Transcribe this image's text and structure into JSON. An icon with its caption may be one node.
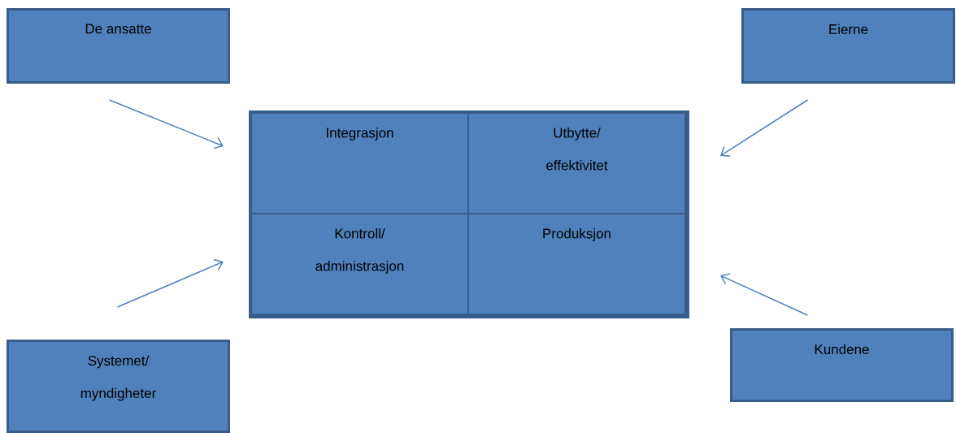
{
  "diagram": {
    "nodes": [
      {
        "text": [
          "De ansatte"
        ]
      },
      {
        "text": [
          "Eierne"
        ]
      },
      {
        "text": [],
        "shape": "box"
      },
      {
        "text": [
          "Integrasjon"
        ],
        "in": 2
      },
      {
        "text": [
          "Utbytte/ effektivitet"
        ],
        "in": 2
      },
      {
        "text": [
          "Kontroll/ administrasjon"
        ],
        "in": 2
      },
      {
        "text": [
          "Produksjon"
        ],
        "in": 2
      },
      {
        "text": [
          "Systemet/ myndigheter"
        ]
      },
      {
        "text": [
          "Kundene"
        ]
      }
    ],
    "edges": [
      {
        "from": 0,
        "to": 2,
        "arrow": "to"
      },
      {
        "from": 1,
        "to": 2,
        "arrow": "to"
      },
      {
        "from": 7,
        "to": 2,
        "arrow": "to"
      },
      {
        "from": 8,
        "to": 2,
        "arrow": "to"
      }
    ]
  }
}
